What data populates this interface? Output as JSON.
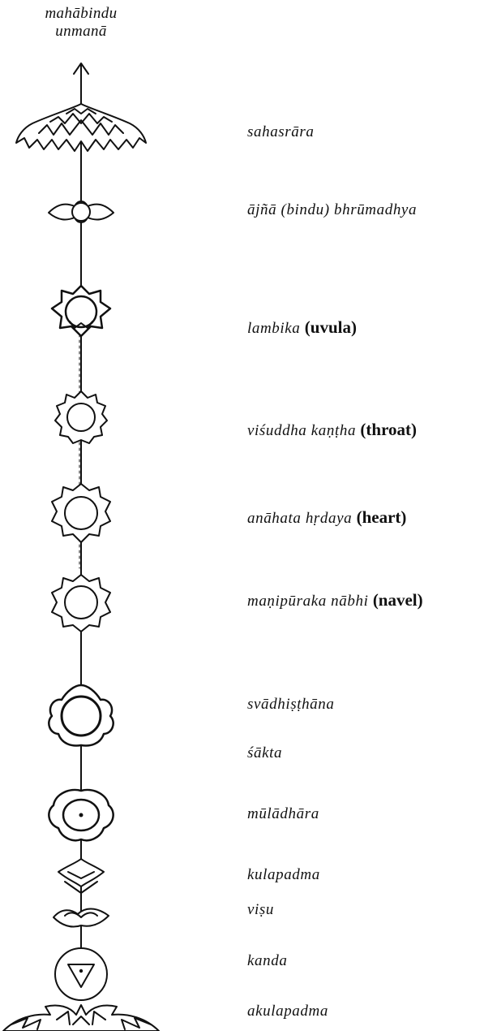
{
  "top_label": {
    "line1": "mahābindu",
    "line2": "unmanā"
  },
  "labels": {
    "sahasrara": {
      "text": "sahasrāra"
    },
    "ajna": {
      "text": "ājñā (bindu) bhrūmadhya"
    },
    "lambika": {
      "text": "lambika ",
      "english": "(uvula)"
    },
    "visuddha": {
      "text": "viśuddha kaṇṭha ",
      "english": "(throat)"
    },
    "anahata": {
      "text": "anāhata hṛdaya ",
      "english": "(heart)"
    },
    "manipuraka": {
      "text": "maṇipūraka nābhi ",
      "english": "(navel)"
    },
    "svadhisthana": {
      "text": "svādhiṣṭhāna"
    },
    "sakta": {
      "text": "śākta"
    },
    "muladhara": {
      "text": "mūlādhāra"
    },
    "kulapadma": {
      "text": "kulapadma"
    },
    "visu": {
      "text": "viṣu"
    },
    "kanda": {
      "text": "kanda"
    },
    "akulapadma": {
      "text": "akulapadma"
    }
  }
}
